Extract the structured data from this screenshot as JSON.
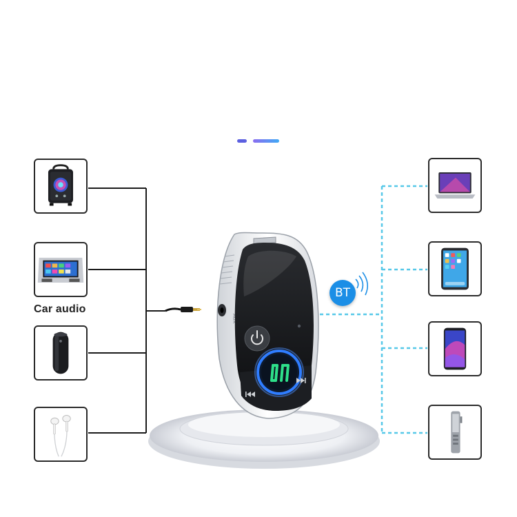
{
  "labels": {
    "car_audio": "Car audio",
    "bt": "BT",
    "aux": "AUX"
  },
  "left_devices": [
    {
      "name": "bluetooth-speaker",
      "icon": "speaker-icon"
    },
    {
      "name": "car-audio-head-unit",
      "icon": "car-stereo-icon"
    },
    {
      "name": "portable-speaker",
      "icon": "cylinder-speaker-icon"
    },
    {
      "name": "wired-earphones",
      "icon": "earphones-icon"
    }
  ],
  "right_devices": [
    {
      "name": "laptop",
      "icon": "laptop-icon"
    },
    {
      "name": "tablet",
      "icon": "tablet-icon"
    },
    {
      "name": "smartphone",
      "icon": "smartphone-icon"
    },
    {
      "name": "music-player",
      "icon": "mp3-player-icon"
    }
  ],
  "colors": {
    "wired_line": "#1a1a1a",
    "wireless_line": "#56c8e8",
    "bt_badge": "#1b8ee6",
    "display_glow": "#2f7dff",
    "display_digits": "#2ee08a"
  }
}
